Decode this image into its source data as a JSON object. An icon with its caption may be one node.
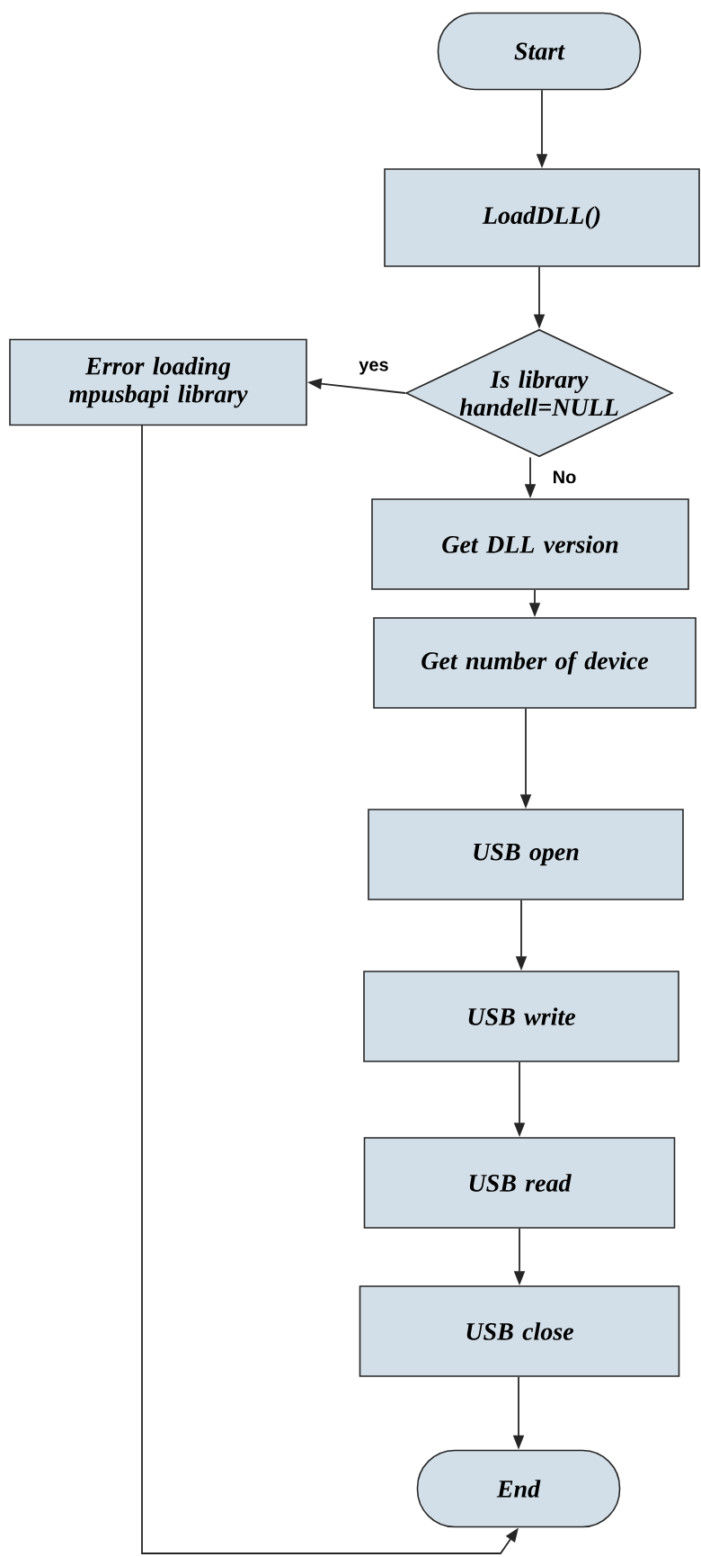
{
  "diagram": {
    "nodes": [
      {
        "text": [
          "Start"
        ]
      },
      {
        "text": [
          "LoadDLL()"
        ]
      },
      {
        "text": [
          "Is library handell=NULL"
        ]
      },
      {
        "text": [
          "Error loading mpusbapi library"
        ]
      },
      {
        "text": [
          "Get DLL version"
        ]
      },
      {
        "text": [
          "Get number of device"
        ]
      },
      {
        "text": [
          "USB open"
        ]
      },
      {
        "text": [
          "USB write"
        ]
      },
      {
        "text": [
          "USB read"
        ]
      },
      {
        "text": [
          "USB close"
        ]
      },
      {
        "text": [
          "End"
        ]
      }
    ],
    "edges": [
      {
        "from": 0,
        "to": 1,
        "arrow": "to"
      },
      {
        "from": 1,
        "to": 2,
        "arrow": "to"
      },
      {
        "from": 2,
        "to": 3,
        "arrow": "to",
        "label": "yes"
      },
      {
        "from": 2,
        "to": 4,
        "arrow": "to",
        "label": "No"
      },
      {
        "from": 4,
        "to": 5,
        "arrow": "to"
      },
      {
        "from": 5,
        "to": 6,
        "arrow": "to"
      },
      {
        "from": 6,
        "to": 7,
        "arrow": "to"
      },
      {
        "from": 7,
        "to": 8,
        "arrow": "to"
      },
      {
        "from": 8,
        "to": 9,
        "arrow": "to"
      },
      {
        "from": 9,
        "to": 10,
        "arrow": "to"
      },
      {
        "from": 3,
        "to": 10,
        "arrow": "to"
      }
    ]
  }
}
